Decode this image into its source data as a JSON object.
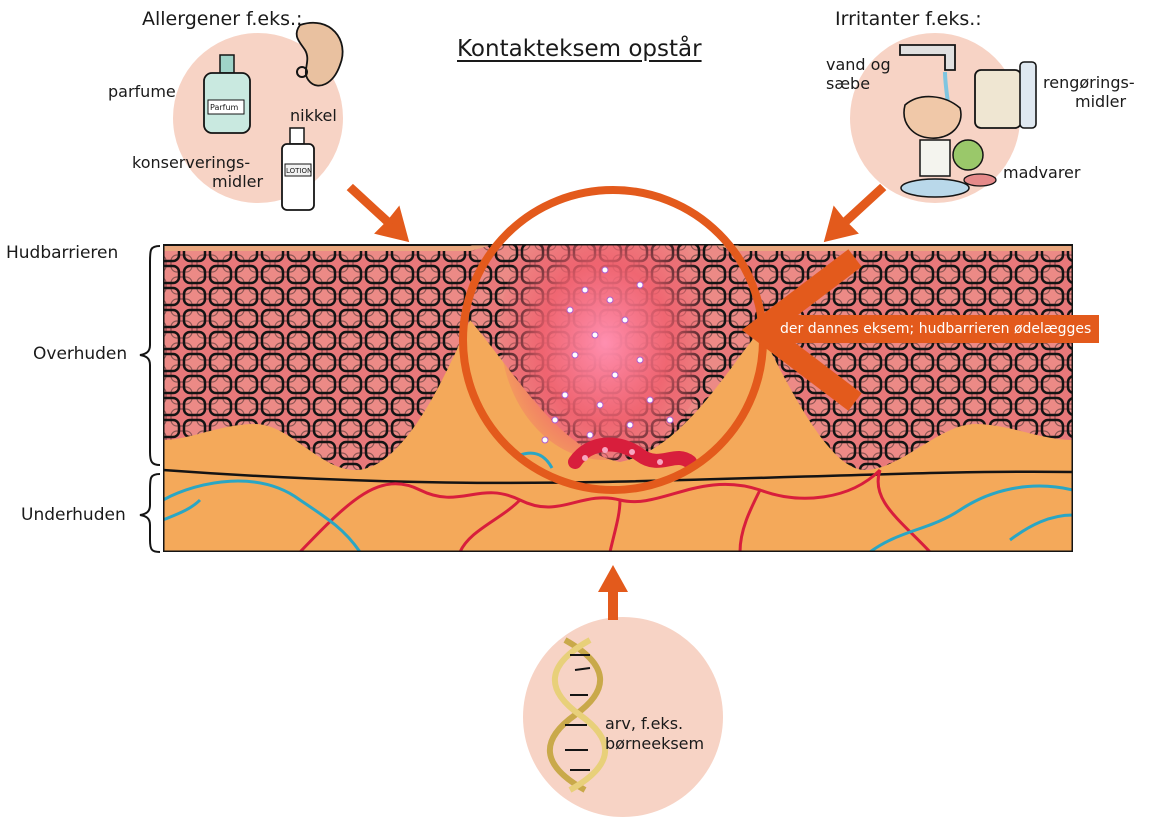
{
  "diagram": {
    "title": "Kontakteksem opstår",
    "allergens": {
      "heading": "Allergener f.eks.:",
      "items": [
        "parfume",
        "nikkel",
        "konserverings-",
        "midler"
      ],
      "bottle_labels": [
        "Parfum",
        "LOTION"
      ]
    },
    "irritants": {
      "heading": "Irritanter f.eks.:",
      "items": [
        "vand og",
        "sæbe",
        "rengørings-",
        "midler",
        "madvarer"
      ]
    },
    "heredity": {
      "lines": [
        "arv, f.eks.",
        "børneeksem"
      ]
    },
    "layers": [
      "Hudbarrieren",
      "Overhuden",
      "Underhuden"
    ],
    "callout": "der dannes eksem; hudbarrieren ødelægges",
    "colors": {
      "circle_fill": "#f7d3c5",
      "epidermis": "#e8787a",
      "dermis": "#f4a95a",
      "accent_orange": "#e35a1c",
      "vessel_red": "#d81e3c",
      "vessel_blue": "#2aa6c4"
    }
  }
}
